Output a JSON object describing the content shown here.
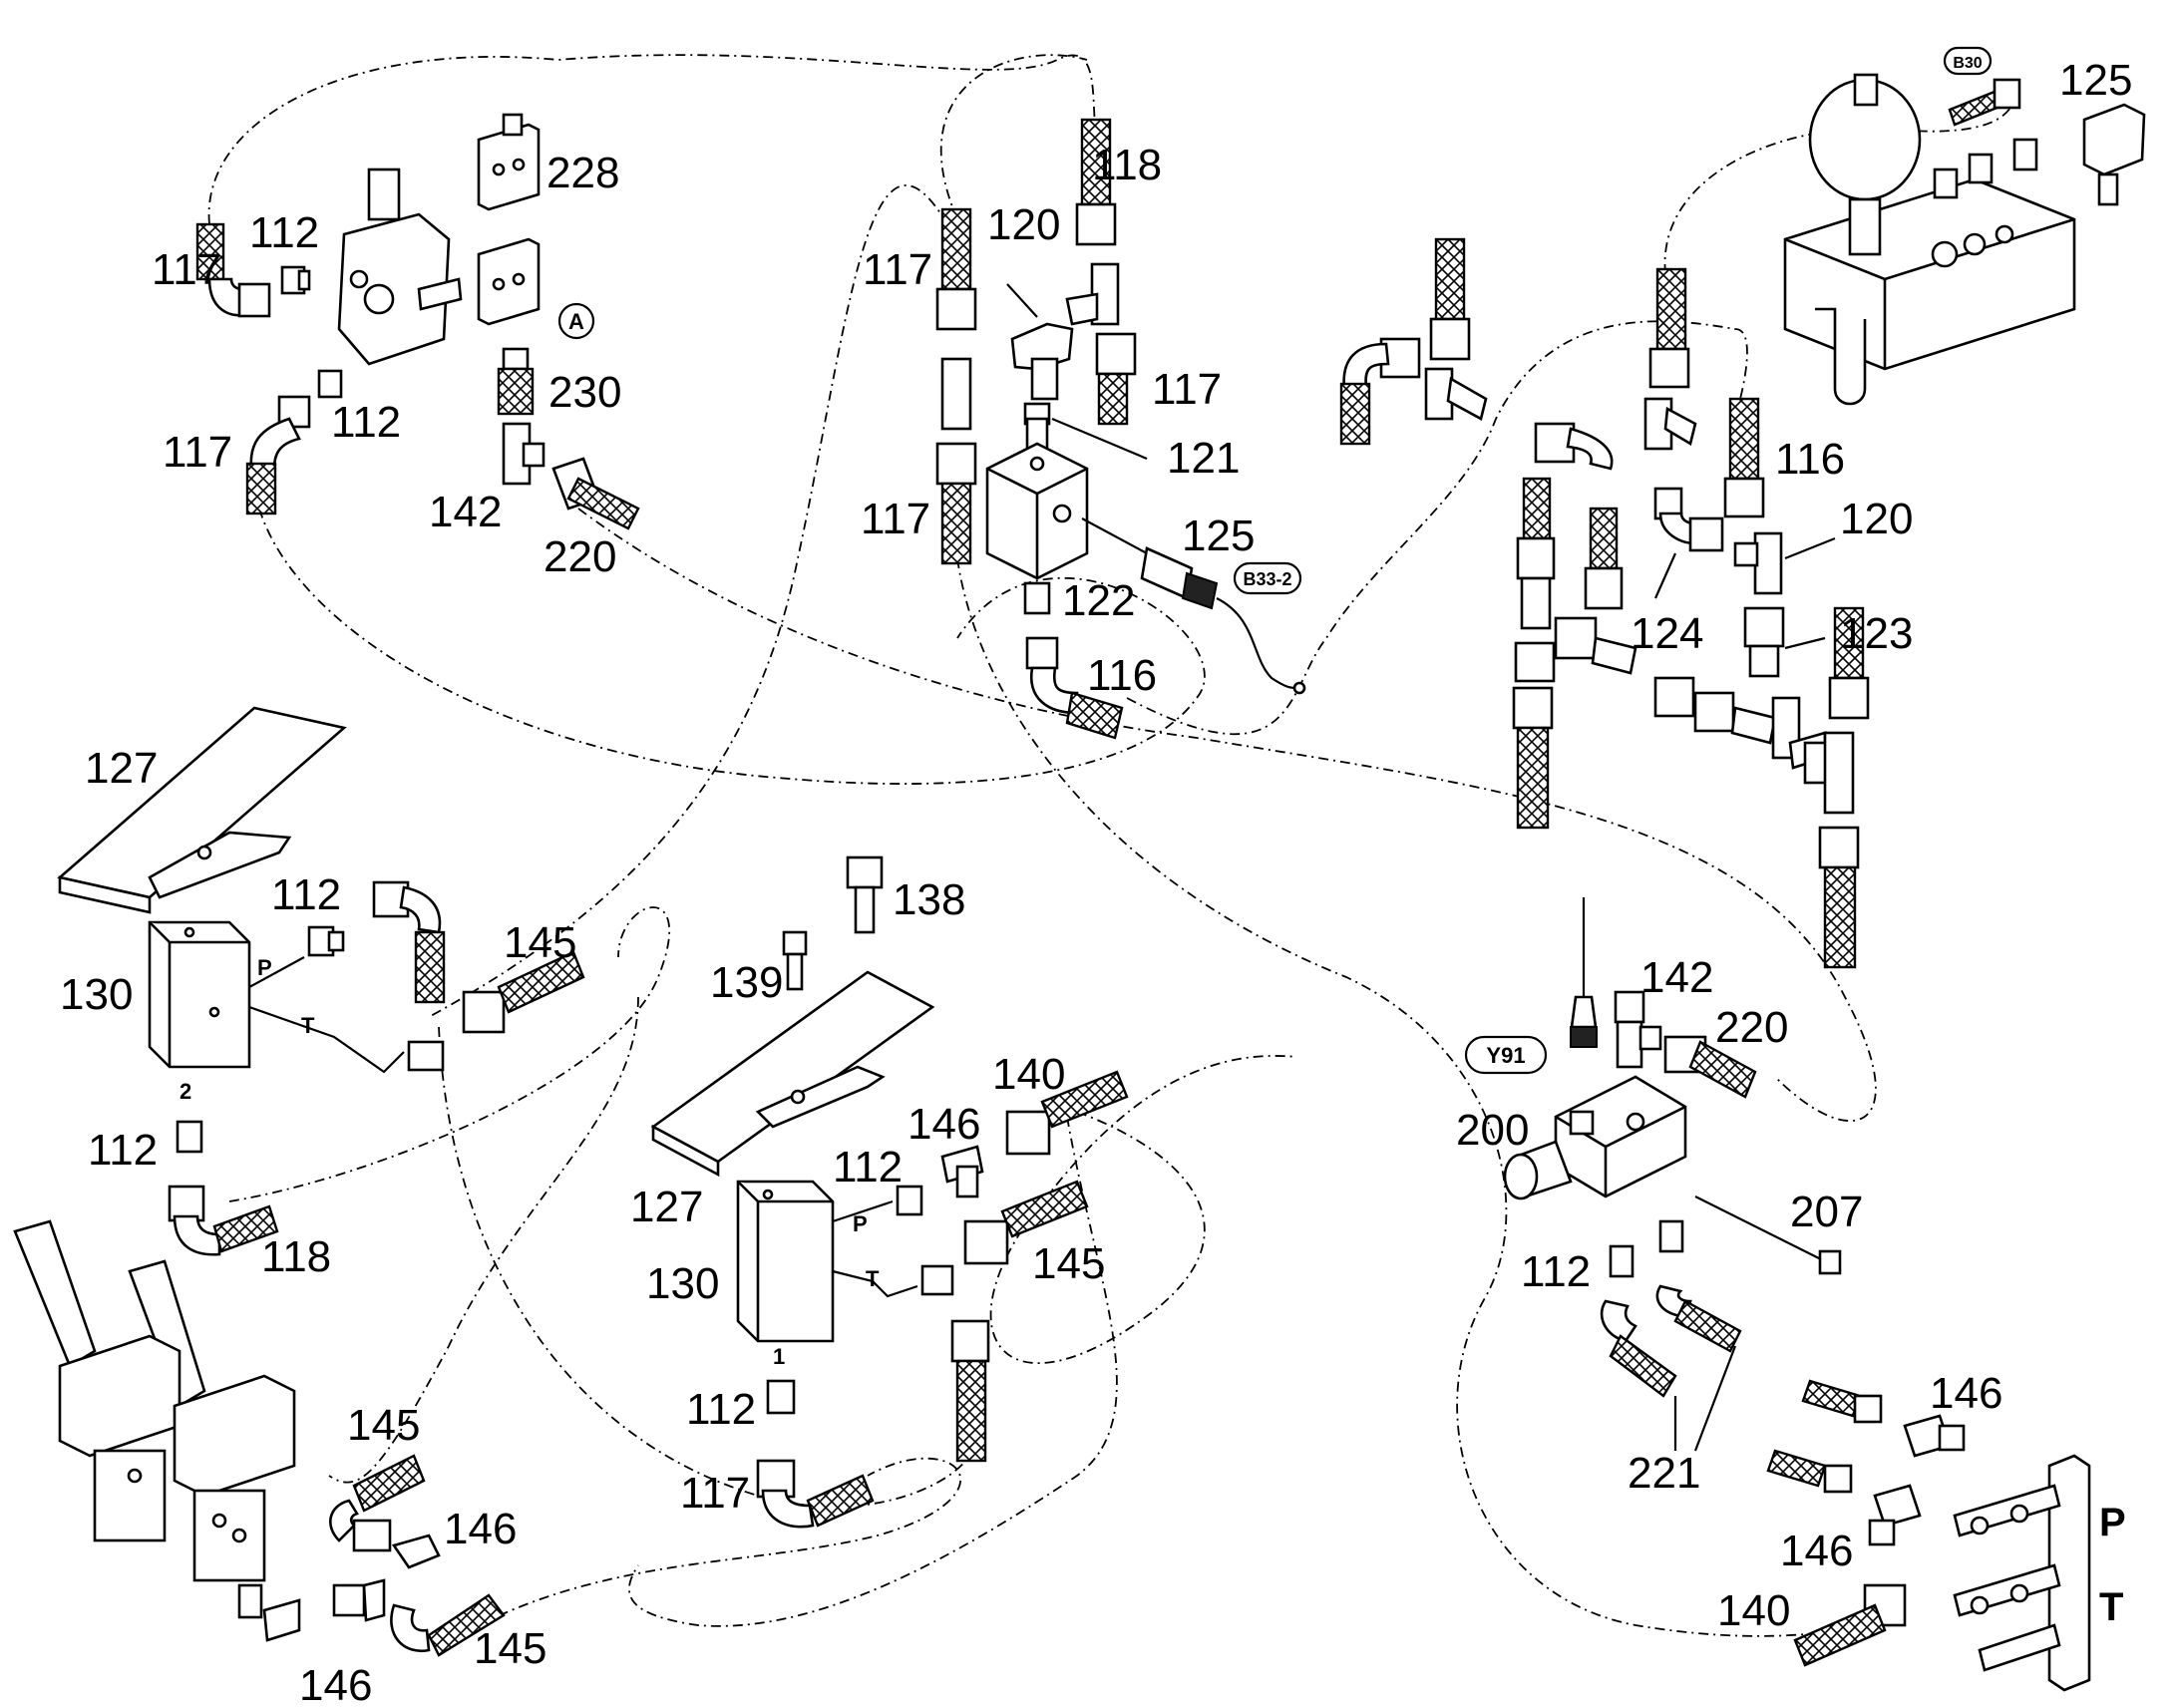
{
  "part_numbers": {
    "n112": "112",
    "n116": "116",
    "n117": "117",
    "n118": "118",
    "n120": "120",
    "n121": "121",
    "n122": "122",
    "n123": "123",
    "n124": "124",
    "n125": "125",
    "n127": "127",
    "n130": "130",
    "n138": "138",
    "n139": "139",
    "n140": "140",
    "n142": "142",
    "n145": "145",
    "n146": "146",
    "n200": "200",
    "n207": "207",
    "n220": "220",
    "n221": "221",
    "n228": "228",
    "n230": "230"
  },
  "connector_tags": {
    "a": "A",
    "b30": "B30",
    "b33": "B33-2",
    "y91": "Y91"
  },
  "port_labels": {
    "p": "P",
    "t": "T",
    "two": "2",
    "one": "1"
  }
}
